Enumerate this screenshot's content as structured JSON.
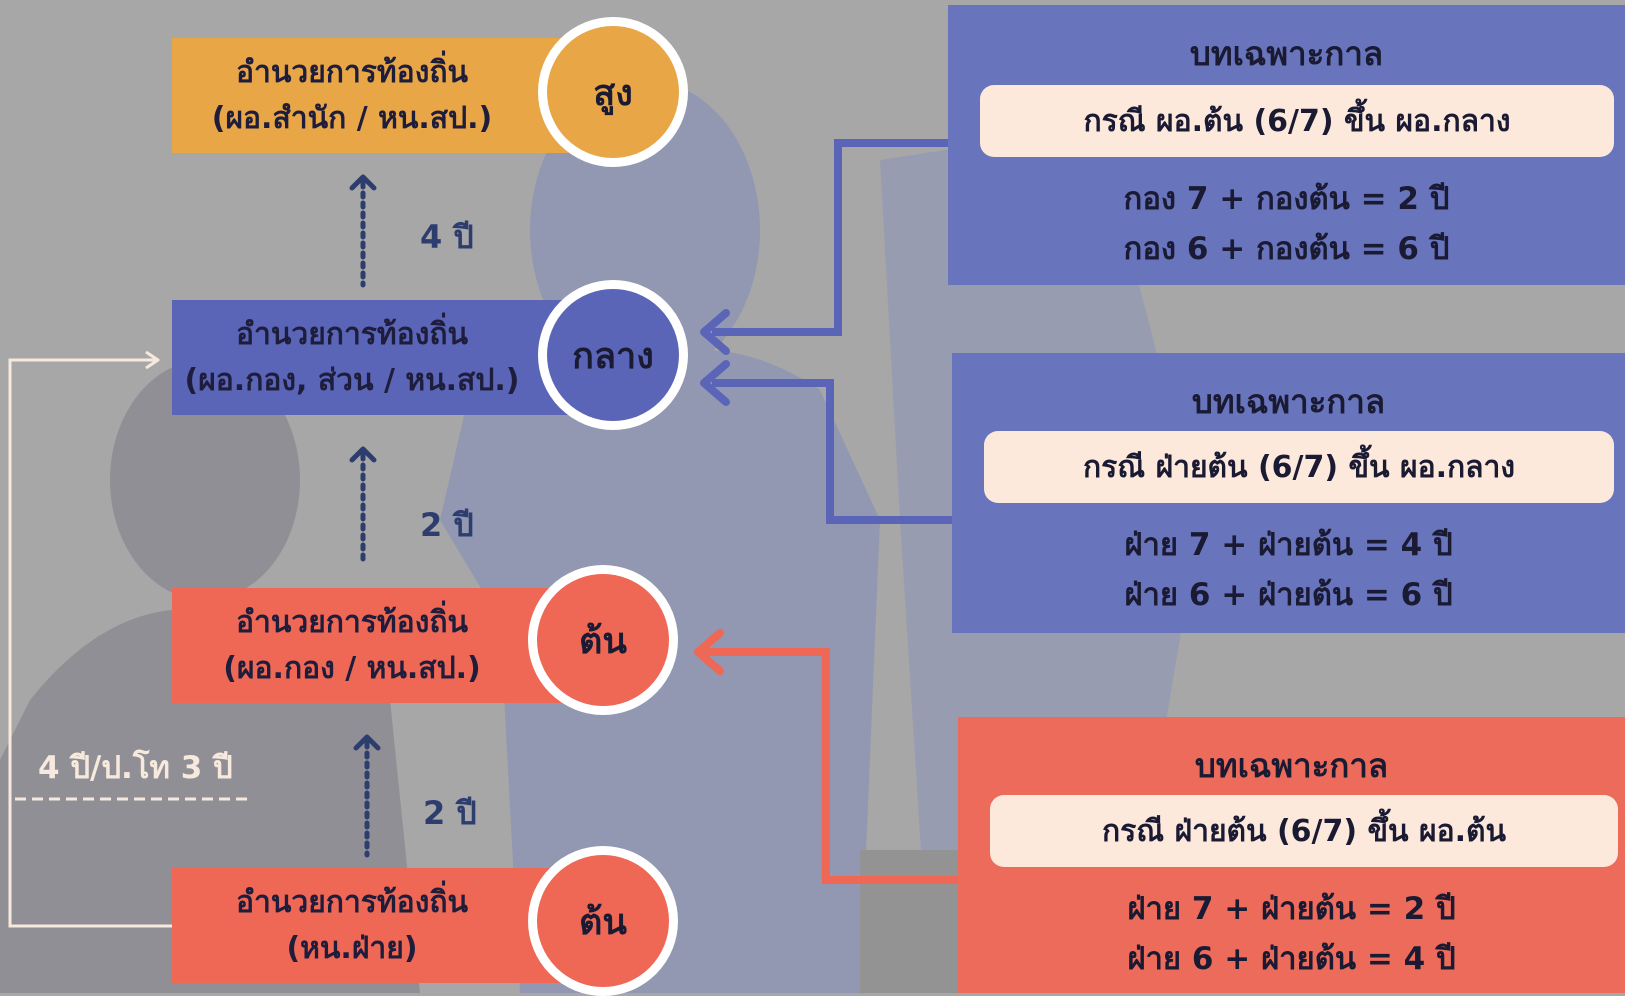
{
  "colors": {
    "background": "#a7a7a7",
    "silhouette": "#9297b2",
    "high": "#e8a647",
    "mid": "#5b65b8",
    "low": "#ef6755",
    "panel_blue": "#6874bc",
    "panel_red": "#ec6b5b",
    "pill": "#fde9dc",
    "connector_cream": "#f7e9dd"
  },
  "levels": [
    {
      "line1": "อำนวยการท้องถิ่น",
      "line2": "(ผอ.สำนัก / หน.สป.)",
      "badge": "สูง"
    },
    {
      "line1": "อำนวยการท้องถิ่น",
      "line2": "(ผอ.กอง, ส่วน / หน.สป.)",
      "badge": "กลาง"
    },
    {
      "line1": "อำนวยการท้องถิ่น",
      "line2": "(ผอ.กอง / หน.สป.)",
      "badge": "ต้น"
    },
    {
      "line1": "อำนวยการท้องถิ่น",
      "line2": "(หน.ฝ่าย)",
      "badge": "ต้น"
    }
  ],
  "steps": [
    "4 ปี",
    "2 ปี",
    "2 ปี"
  ],
  "side_label": "4 ปี/ป.โท 3 ปี",
  "panels": [
    {
      "title": "บทเฉพาะกาล",
      "case": "กรณี ผอ.ต้น (6/7) ขึ้น ผอ.กลาง",
      "rules": [
        "กอง 7 + กองต้น = 2 ปี",
        "กอง 6 + กองต้น = 6 ปี"
      ]
    },
    {
      "title": "บทเฉพาะกาล",
      "case": "กรณี ฝ่ายต้น (6/7) ขึ้น ผอ.กลาง",
      "rules": [
        "ฝ่าย 7 + ฝ่ายต้น = 4 ปี",
        "ฝ่าย 6 + ฝ่ายต้น = 6 ปี"
      ]
    },
    {
      "title": "บทเฉพาะกาล",
      "case": "กรณี ฝ่ายต้น (6/7) ขึ้น ผอ.ต้น",
      "rules": [
        "ฝ่าย 7 + ฝ่ายต้น = 2 ปี",
        "ฝ่าย 6 + ฝ่ายต้น = 4 ปี"
      ]
    }
  ]
}
